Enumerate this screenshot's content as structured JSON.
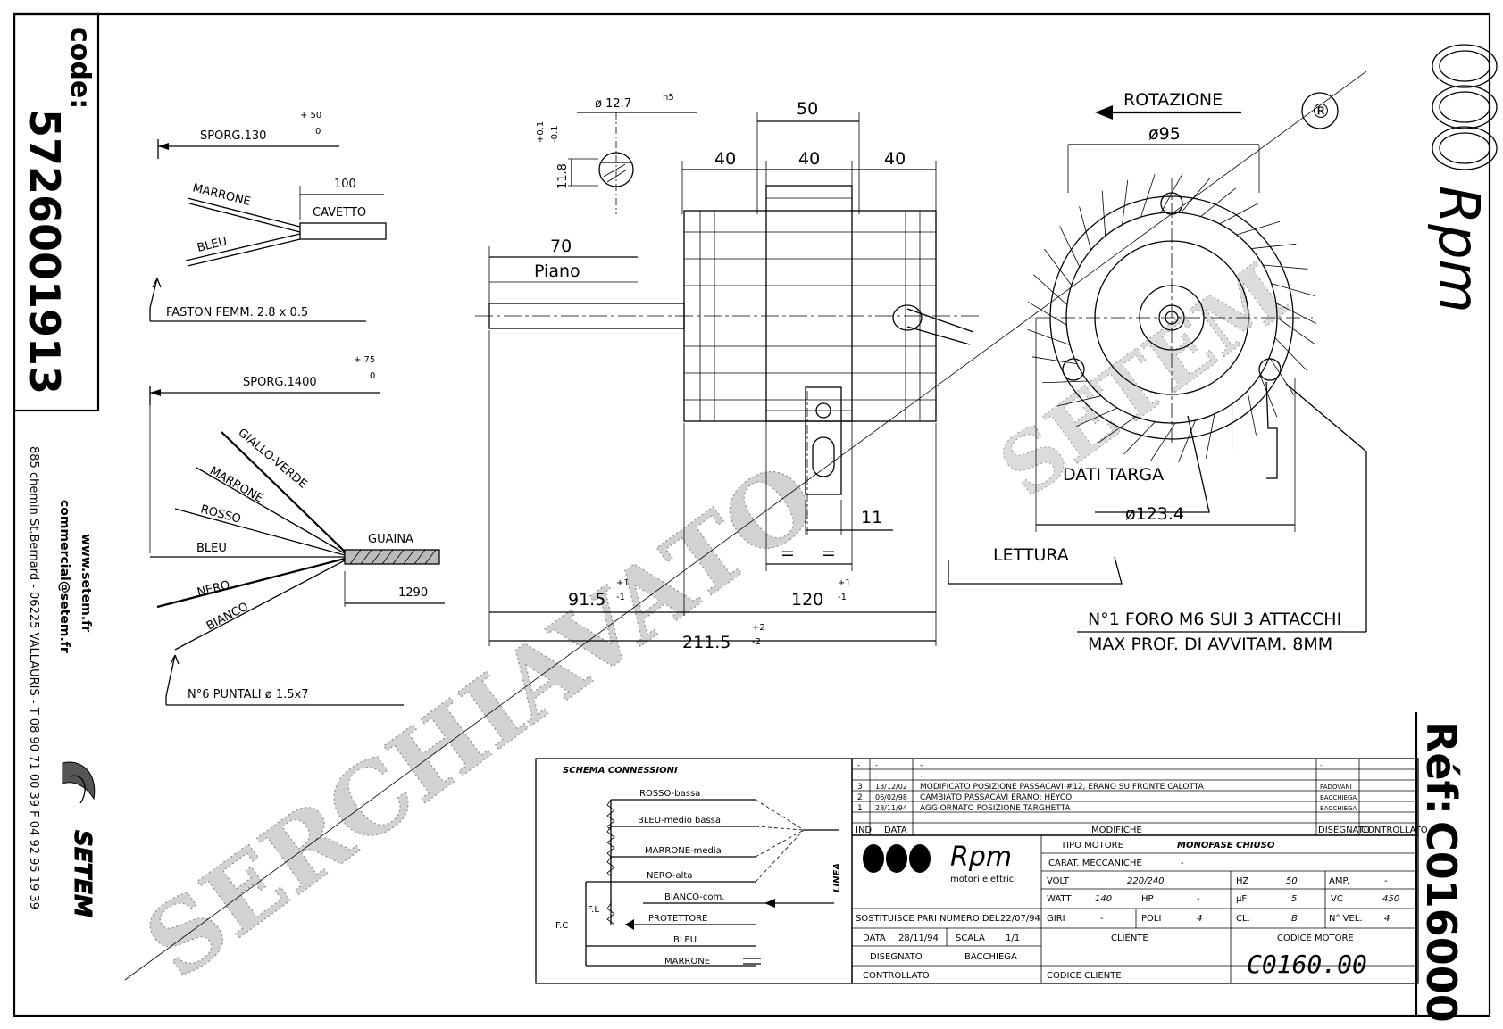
{
  "code": {
    "label": "code:",
    "number": "5726001913"
  },
  "company": {
    "website": "www.setem.fr",
    "email": "commercial@setem.fr",
    "address": "885 chemin St.Bernard - 06225 VALLAURIS - T 08 90 71 00 39  F 04 92 95 19 39",
    "logo_text": "SETEM"
  },
  "brand": {
    "name": "Rpm",
    "subtitle": "motori elettrici"
  },
  "reference": {
    "label": "Réf:",
    "value": "C016000"
  },
  "watermark": {
    "main": "SERCHIAVATO",
    "second": "SETEM"
  },
  "cable_top": {
    "sporg": "SPORG.130",
    "tol_plus": "+ 50",
    "tol_minus": "0",
    "wires": [
      "MARRONE",
      "BLEU"
    ],
    "cavetto_len": "100",
    "cavetto": "CAVETTO",
    "faston": "FASTON FEMM. 2.8 x 0.5"
  },
  "cable_bottom": {
    "sporg": "SPORG.1400",
    "tol_plus": "+ 75",
    "tol_minus": "0",
    "wires": [
      "GIALLO-VERDE",
      "MARRONE",
      "ROSSO",
      "BLEU",
      "NERO",
      "BIANCO"
    ],
    "guaina": "GUAINA",
    "guaina_len": "1290",
    "puntali": "N°6 PUNTALI ø 1.5x7"
  },
  "shaft": {
    "diameter": "ø 12.7",
    "fit": "h5",
    "flat": "11.8",
    "tol_a": "+0.1",
    "tol_b": "-0.1"
  },
  "side_view": {
    "d50": "50",
    "d40a": "40",
    "d40b": "40",
    "d40c": "40",
    "d70": "70",
    "piano": "Piano",
    "d11": "11",
    "eq1": "=",
    "eq2": "=",
    "d91": "91.5",
    "d91_tp": "+1",
    "d91_tm": "-1",
    "d120": "120",
    "d120_tp": "+1",
    "d120_tm": "-1",
    "d211": "211.5",
    "d211_tp": "+2",
    "d211_tm": "-2"
  },
  "front_view": {
    "rotazione": "ROTAZIONE",
    "d95": "ø95",
    "dati_targa": "DATI TARGA",
    "d123": "ø123.4",
    "lettura": "LETTURA",
    "note1": "N°1 FORO M6 SUI 3 ATTACCHI",
    "note2": "MAX PROF. DI AVVITAM. 8MM"
  },
  "schema": {
    "title": "SCHEMA CONNESSIONI",
    "wires": [
      "ROSSO-bassa",
      "BLEU-medio bassa",
      "MARRONE-media",
      "NERO-alta",
      "BIANCO-com.",
      "PROTETTORE",
      "BLEU",
      "MARRONE"
    ],
    "fl": "F.L",
    "fc": "F.C",
    "linea": "LINEA"
  },
  "revisions": {
    "rows": [
      {
        "n": "-",
        "date": "-",
        "text": "-",
        "by": "-"
      },
      {
        "n": "-",
        "date": "-",
        "text": "-",
        "by": "-"
      },
      {
        "n": "3",
        "date": "13/12/02",
        "text": "MODIFICATO POSIZIONE PASSACAVI #12, ERANO SU FRONTE CALOTTA",
        "by": "PADOVANI"
      },
      {
        "n": "2",
        "date": "06/02/98",
        "text": "CAMBIATO PASSACAVI ERANO: HEYCO",
        "by": "BACCHIEGA"
      },
      {
        "n": "1",
        "date": "28/11/94",
        "text": "AGGIORNATO POSIZIONE TARGHETTA",
        "by": "BACCHIEGA"
      }
    ],
    "header": {
      "ind": "IND",
      "data": "DATA",
      "modifiche": "MODIFICHE",
      "disegnato": "DISEGNATO",
      "controllato": "CONTROLLATO"
    }
  },
  "title_block": {
    "tipo_label": "TIPO MOTORE",
    "tipo_value": "MONOFASE CHIUSO",
    "carat_label": "CARAT. MECCANICHE",
    "carat_value": "-",
    "volt_label": "VOLT",
    "volt_value": "220/240",
    "hz_label": "HZ",
    "hz_value": "50",
    "amp_label": "AMP.",
    "amp_value": "-",
    "watt_label": "WATT",
    "watt_value": "140",
    "hp_label": "HP",
    "hp_value": "-",
    "uf_label": "µF",
    "uf_value": "5",
    "vc_label": "VC",
    "vc_value": "450",
    "giri_label": "GIRI",
    "giri_value": "-",
    "poli_label": "POLI",
    "poli_value": "4",
    "cl_label": "CL.",
    "cl_value": "B",
    "vel_label": "N° VEL.",
    "vel_value": "4",
    "sostituisce": "SOSTITUISCE PARI NUMERO DEL",
    "sost_date": "22/07/94",
    "data_label": "DATA",
    "data_value": "28/11/94",
    "scala_label": "SCALA",
    "scala_value": "1/1",
    "cliente": "CLIENTE",
    "codice_motore_label": "CODICE MOTORE",
    "codice_motore": "C0160.00",
    "disegnato_label": "DISEGNATO",
    "disegnato_value": "BACCHIEGA",
    "controllato_label": "CONTROLLATO",
    "codice_cliente": "CODICE CLIENTE"
  }
}
